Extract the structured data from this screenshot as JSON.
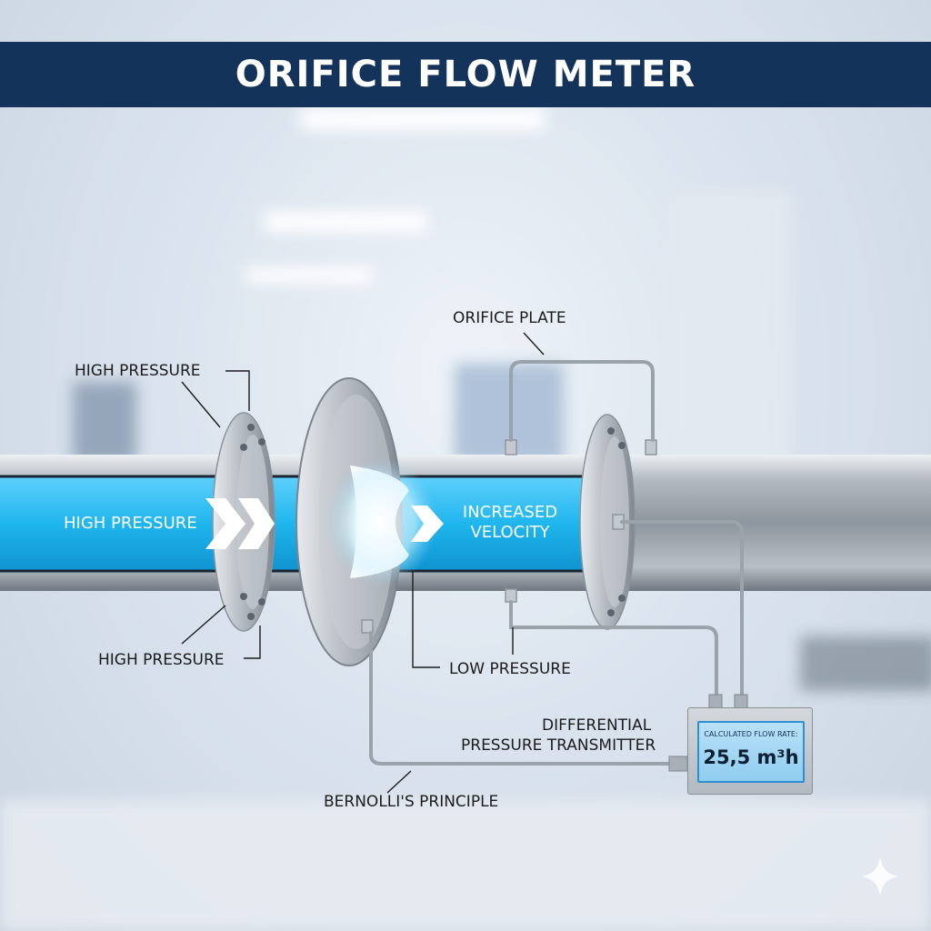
{
  "title": "ORIFICE FLOW METER",
  "labels": {
    "orifice_plate": "ORIFICE PLATE",
    "high_pressure_top": "HIGH PRESSURE",
    "high_pressure_bottom": "HIGH PRESSURE",
    "low_pressure": "LOW PRESSURE",
    "bernoulli": "BERNOLLI'S PRINCIPLE",
    "transmitter_line1": "DIFFERENTIAL",
    "transmitter_line2": "PRESSURE TRANSMITTER"
  },
  "flow": {
    "inlet_label": "HIGH PRESSURE",
    "outlet_line1": "INCREASED",
    "outlet_line2": "VELOCITY"
  },
  "display": {
    "caption": "CALCULATED FLOW RATE:",
    "value": "25,5 m³h"
  },
  "colors": {
    "title_bar": "#14335a",
    "fluid": "#1fb6ee",
    "pipe": "#a9b0b8",
    "screen_border": "#2f8fd0"
  }
}
